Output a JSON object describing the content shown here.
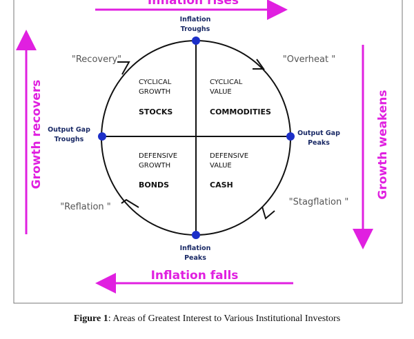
{
  "top_arrow_label": "Inflation rises",
  "bottom_arrow_label": "Inflation falls",
  "left_arrow_label": "Growth recovers",
  "right_arrow_label": "Growth weakens",
  "points": {
    "top": [
      "Inflation",
      "Troughs"
    ],
    "bottom": [
      "Inflation",
      "Peaks"
    ],
    "left": [
      "Output Gap",
      "Troughs"
    ],
    "right": [
      "Output Gap",
      "Peaks"
    ]
  },
  "phases": {
    "recovery": "\"Recovery\"",
    "overheat": "\"Overheat \"",
    "reflation": "\"Reflation \"",
    "stagflation": "\"Stagflation \""
  },
  "quadrants": {
    "top_left": {
      "line1": "CYCLICAL",
      "line2": "GROWTH",
      "asset": "STOCKS"
    },
    "top_right": {
      "line1": "CYCLICAL",
      "line2": "VALUE",
      "asset": "COMMODITIES"
    },
    "bottom_left": {
      "line1": "DEFENSIVE",
      "line2": "GROWTH",
      "asset": "BONDS"
    },
    "bottom_right": {
      "line1": "DEFENSIVE",
      "line2": "VALUE",
      "asset": "CASH"
    }
  },
  "caption": {
    "label": "Figure 1",
    "text": ": Areas of Greatest Interest to Various  Institutional  Investors"
  },
  "colors": {
    "magenta": "#e020e0",
    "dot": "#1c2fc8",
    "text_gray": "#555555"
  }
}
